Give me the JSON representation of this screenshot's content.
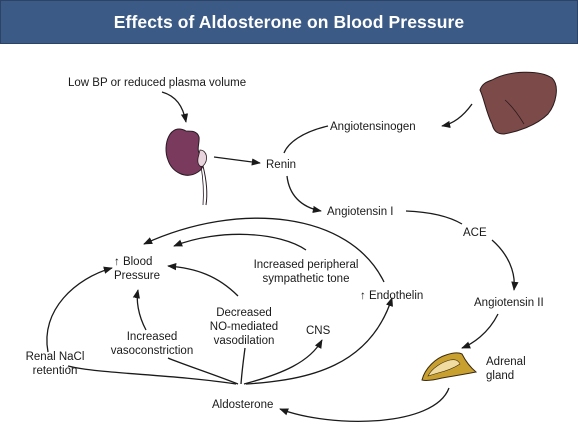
{
  "title": "Effects of Aldosterone on Blood Pressure",
  "icons": {
    "kidney": "kidney-icon",
    "liver": "liver-icon",
    "adrenal": "adrenal-gland-icon"
  },
  "colors": {
    "header_bg": "#3c5a86",
    "kidney": "#7a3a5e",
    "liver": "#7d4a4a",
    "adrenal_outer": "#c8a030",
    "adrenal_inner": "#f0dca0"
  },
  "nodes": {
    "low_bp": "Low BP or reduced plasma volume",
    "angiotensinogen": "Angiotensinogen",
    "renin": "Renin",
    "angiotensin_i": "Angiotensin I",
    "ace": "ACE",
    "angiotensin_ii": "Angiotensin II",
    "adrenal_gland_line1": "Adrenal",
    "adrenal_gland_line2": "gland",
    "aldosterone": "Aldosterone",
    "renal_line1": "Renal NaCl",
    "renal_line2": "retention",
    "vasoconstriction_line1": "Increased",
    "vasoconstriction_line2": "vasoconstriction",
    "no_line1": "Decreased",
    "no_line2": "NO-mediated",
    "no_line3": "vasodilation",
    "cns": "CNS",
    "sympathetic_line1": "Increased peripheral",
    "sympathetic_line2": "sympathetic tone",
    "endothelin": "↑ Endothelin",
    "bp_line1": "↑ Blood",
    "bp_line2": "Pressure"
  }
}
